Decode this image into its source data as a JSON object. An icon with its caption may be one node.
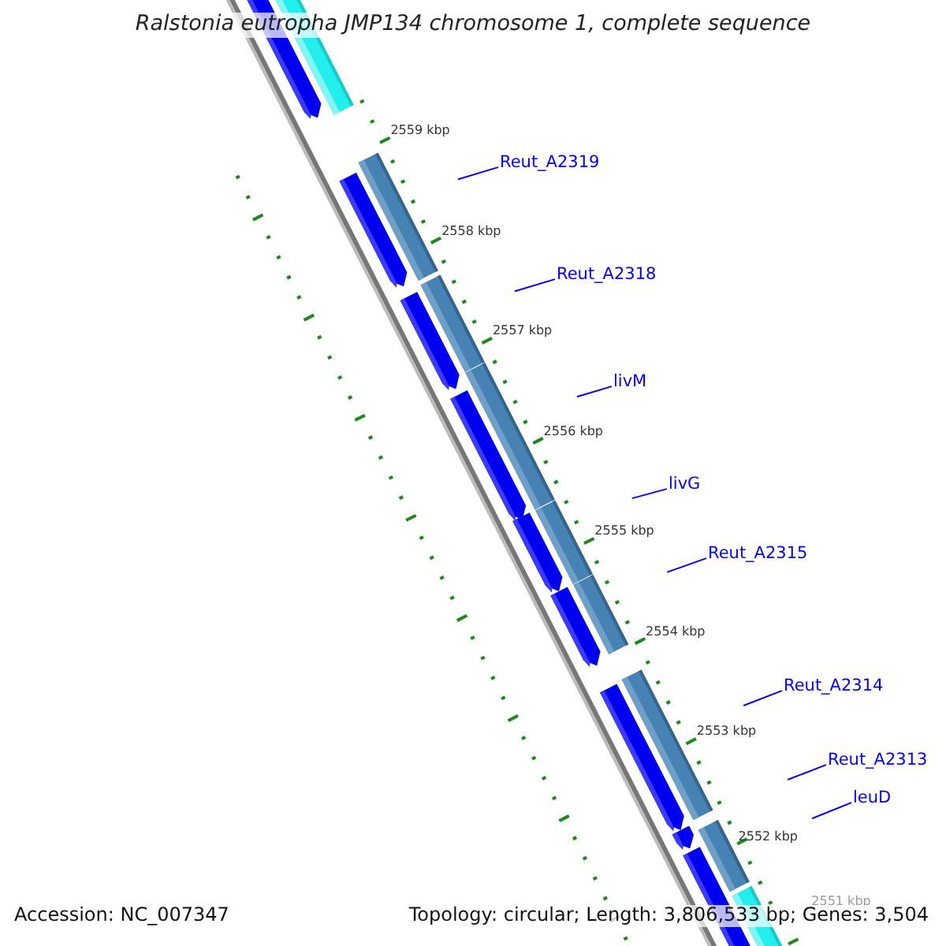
{
  "diagram": {
    "title": "Ralstonia eutropha JMP134 chromosome 1, complete sequence",
    "nodes": [
      {
        "text": [
          "Reut_A2319"
        ]
      },
      {
        "text": [
          "Reut_A2318"
        ]
      },
      {
        "text": [
          "livM"
        ]
      },
      {
        "text": [
          "livG"
        ]
      },
      {
        "text": [
          "Reut_A2315"
        ]
      },
      {
        "text": [
          "Reut_A2314"
        ]
      },
      {
        "text": [
          "Reut_A2313"
        ]
      },
      {
        "text": [
          "leuD"
        ]
      }
    ],
    "edges": [
      {
        "from": 0,
        "to": null,
        "arrow": "none"
      },
      {
        "from": 1,
        "to": null,
        "arrow": "none"
      },
      {
        "from": 2,
        "to": null,
        "arrow": "none"
      },
      {
        "from": 3,
        "to": null,
        "arrow": "none"
      },
      {
        "from": 4,
        "to": null,
        "arrow": "none"
      },
      {
        "from": 5,
        "to": null,
        "arrow": "none"
      },
      {
        "from": 6,
        "to": null,
        "arrow": "none"
      },
      {
        "from": 7,
        "to": null,
        "arrow": "none"
      }
    ],
    "labels": [
      "2559 kbp",
      "2558 kbp",
      "2557 kbp",
      "2556 kbp",
      "2555 kbp",
      "2554 kbp",
      "2553 kbp",
      "2552 kbp",
      "2551 kbp",
      "Accession: NC_007347",
      "Topology: circular; Length: 3,806,533 bp; Genes: 3,504"
    ]
  }
}
